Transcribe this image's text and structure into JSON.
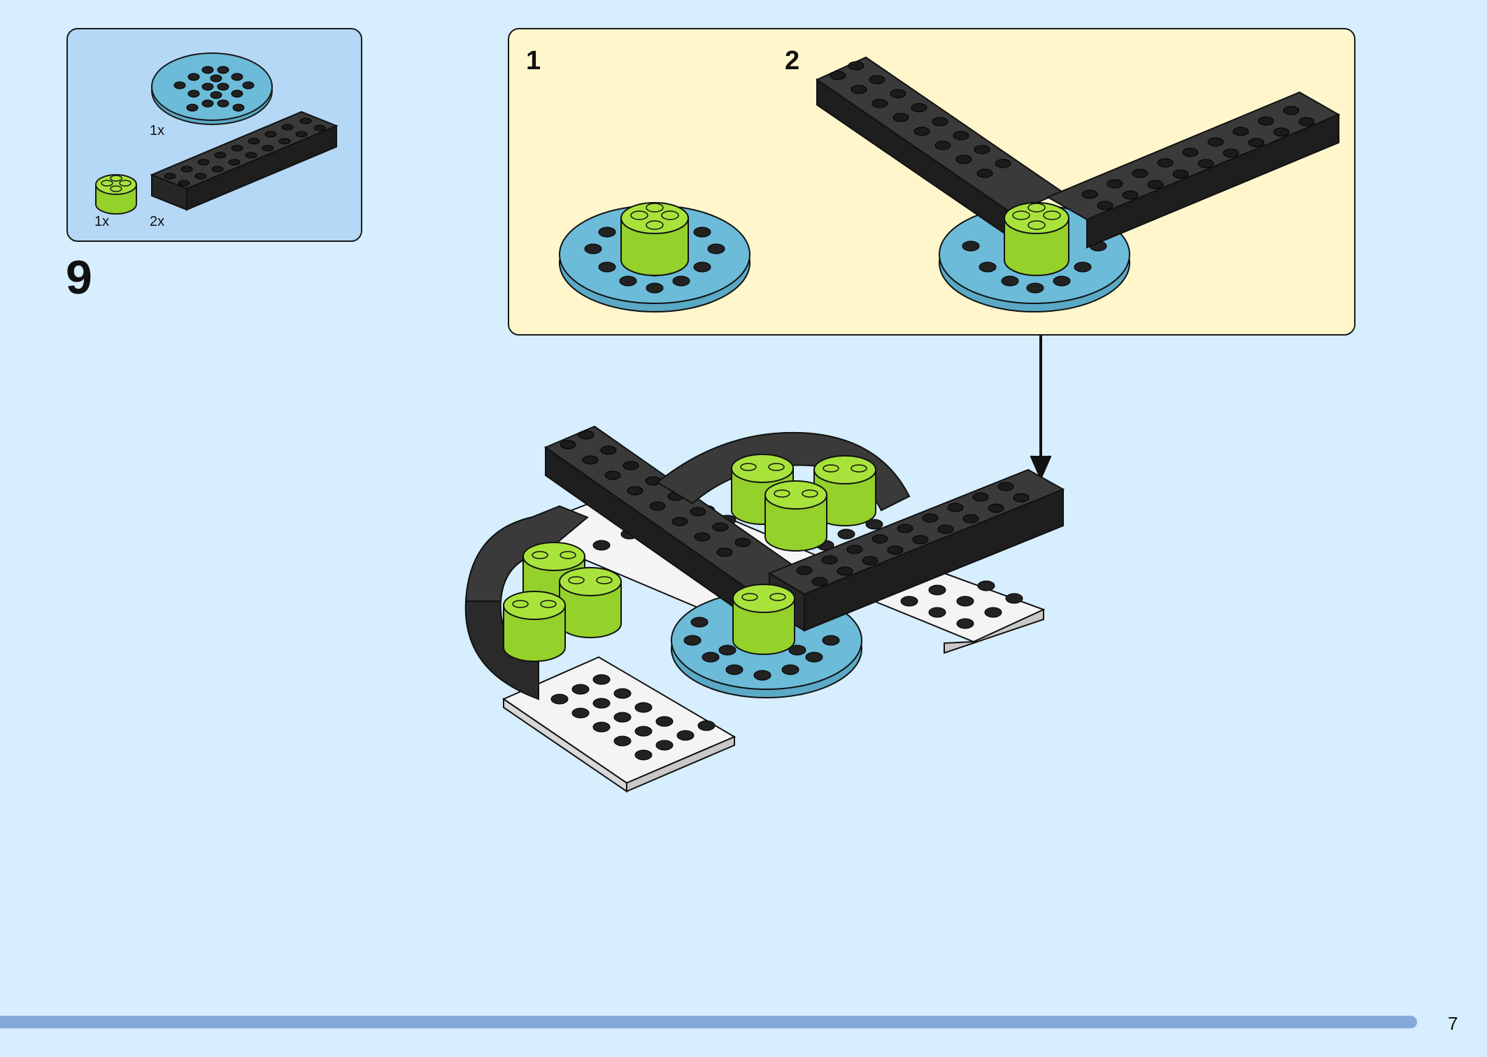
{
  "parts": {
    "round_plate_qty": "1x",
    "round_brick_qty": "1x",
    "long_brick_qty": "2x"
  },
  "step": {
    "number": "9"
  },
  "substeps": [
    {
      "number": "1"
    },
    {
      "number": "2"
    }
  ],
  "page": {
    "number": "7"
  },
  "colors": {
    "background": "#d6eefd",
    "parts_panel": "#b5d8f7",
    "substep_panel": "#fff6cc",
    "black_brick": "#2e2e2e",
    "blue_plate": "#6cbbd8",
    "lime_brick": "#a8e33b",
    "white_plate": "#f4f4f4",
    "progress_bar": "#86a9dc"
  }
}
